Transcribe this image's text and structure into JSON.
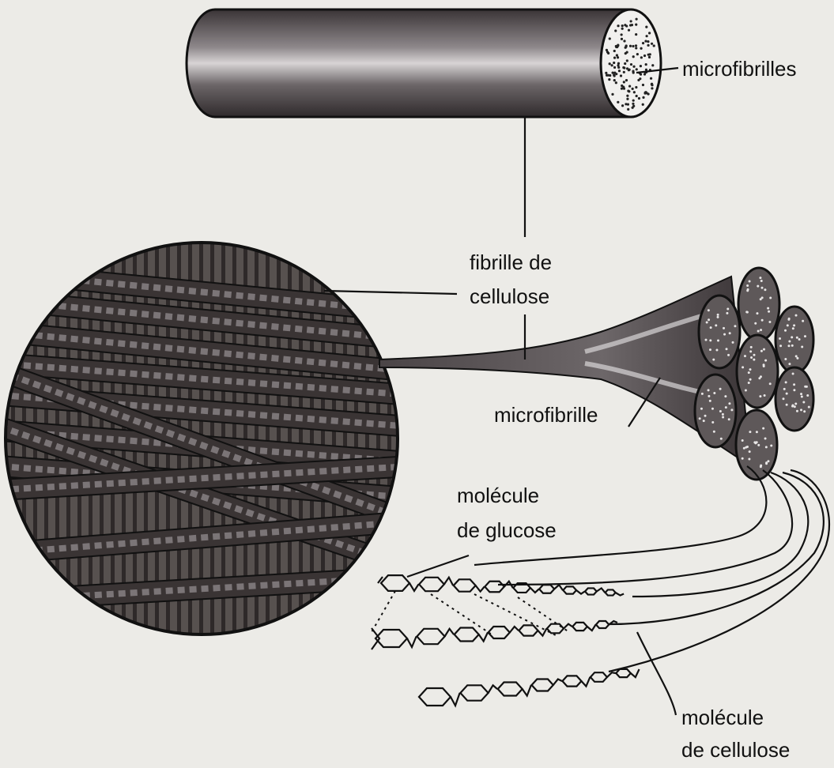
{
  "labels": {
    "microfibrilles": "microfibrilles",
    "fibrille_line1": "fibrille de",
    "fibrille_line2": "cellulose",
    "microfibrille": "microfibrille",
    "glucose_line1": "molécule",
    "glucose_line2": "de glucose",
    "cellulose_line1": "molécule",
    "cellulose_line2": "de cellulose"
  },
  "colors": {
    "background": "#ecebe7",
    "ink": "#111111",
    "fiber_fill": "#5a5456",
    "fiber_dark": "#2b2628",
    "fiber_light": "#a39da0"
  }
}
